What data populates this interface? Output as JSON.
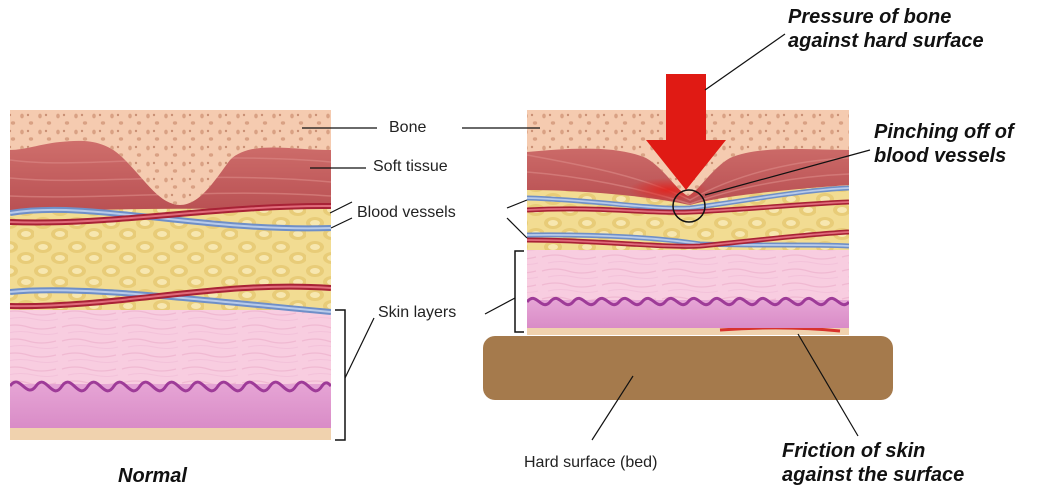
{
  "labels": {
    "bone": "Bone",
    "soft_tissue": "Soft tissue",
    "blood_vessels": "Blood vessels",
    "skin_layers": "Skin layers",
    "hard_surface": "Hard surface (bed)"
  },
  "annotations": {
    "pressure_line1": "Pressure of bone",
    "pressure_line2": "against hard surface",
    "pinching_line1": "Pinching off of",
    "pinching_line2": "blood vessels",
    "friction_line1": "Friction of skin",
    "friction_line2": "against the surface"
  },
  "captions": {
    "normal": "Normal"
  },
  "colors": {
    "bone": "#f5cbb0",
    "bone_pores": "#dba68a",
    "soft_tissue": "#c8605f",
    "fat": "#efd88c",
    "vein": "#7e9fd4",
    "artery": "#b4253a",
    "skin": "#f8cde0",
    "dermis_wave": "#a13a98",
    "base": "#f0d2ae",
    "bed": "#a57a4c",
    "arrow": "#e01a14"
  }
}
